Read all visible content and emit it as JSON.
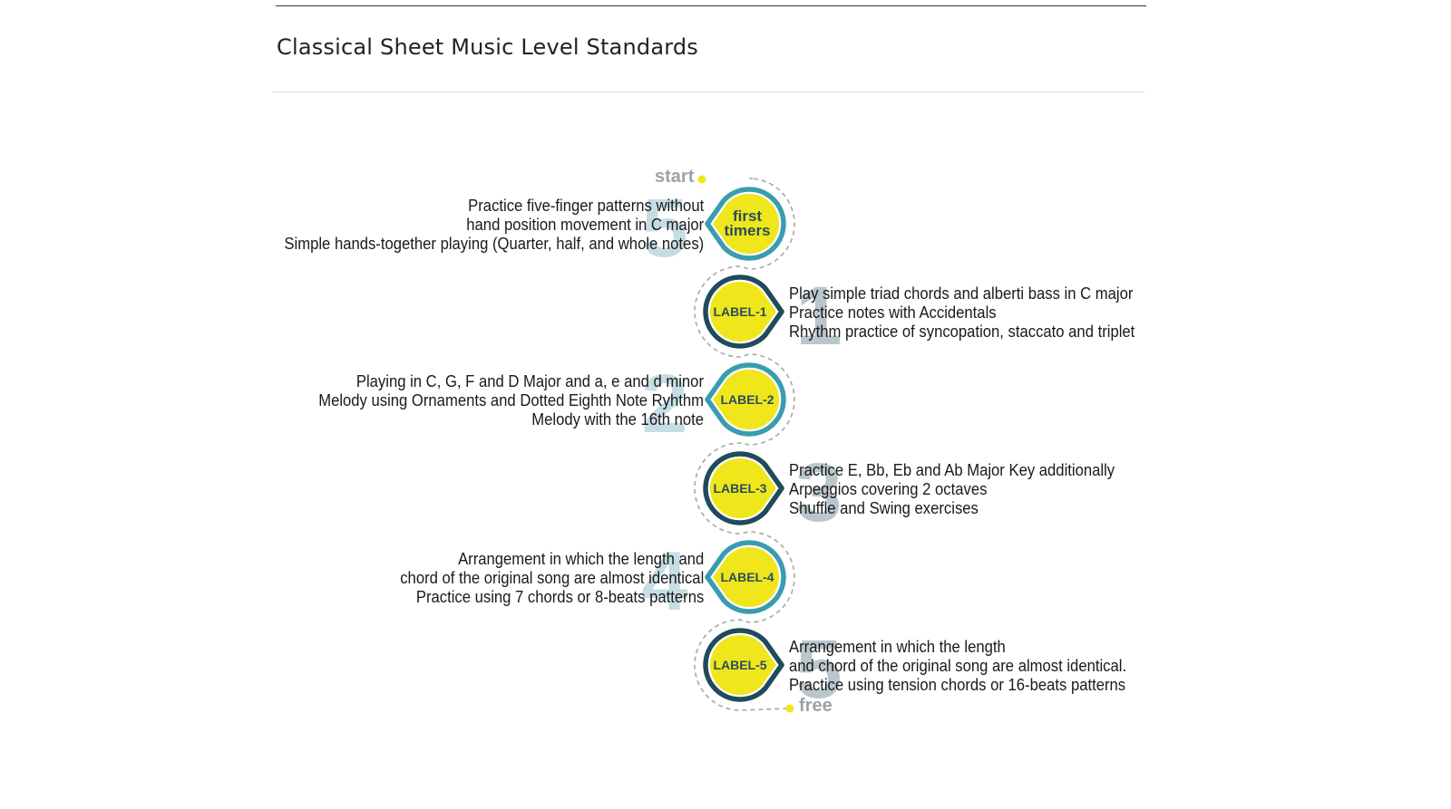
{
  "page": {
    "title": "Classical Sheet Music Level Standards"
  },
  "diagram": {
    "start_label": "start",
    "end_label": "free",
    "colors": {
      "badge_fill": "#f0e61c",
      "ring_teal": "#3a9cb0",
      "ring_navy": "#1f4b5b",
      "path_dash": "#a7a7a7",
      "endpoint_dot": "#f0e61c",
      "digit_light": "#c6dde4",
      "digit_gray": "#b9c7cc",
      "badge_text": "#2b4d5a"
    },
    "levels": [
      {
        "digit": "5",
        "badge_lines": [
          "first",
          "timers"
        ],
        "side": "left",
        "lines": [
          "Practice five-finger patterns without",
          "hand position movement in C major",
          "Simple hands-together playing (Quarter, half, and whole notes)"
        ]
      },
      {
        "digit": "1",
        "badge_lines": [
          "LABEL-1"
        ],
        "side": "right",
        "lines": [
          "Play simple triad chords and alberti bass in C major",
          "Practice notes with Accidentals",
          "Rhythm practice of syncopation, staccato  and triplet"
        ]
      },
      {
        "digit": "2",
        "badge_lines": [
          "LABEL-2"
        ],
        "side": "left",
        "lines": [
          "Playing in C, G, F and D Major and a, e and d minor",
          "Melody using Ornaments and Dotted Eighth Note Ryhthm",
          "Melody with the 16th note"
        ]
      },
      {
        "digit": "3",
        "badge_lines": [
          "LABEL-3"
        ],
        "side": "right",
        "lines": [
          "Practice E, Bb, Eb and Ab Major Key additionally",
          "Arpeggios covering 2 octaves",
          "Shuffle and Swing exercises"
        ]
      },
      {
        "digit": "4",
        "badge_lines": [
          "LABEL-4"
        ],
        "side": "left",
        "lines": [
          "Arrangement in which the length and",
          "chord of the original song are almost identical",
          "Practice using 7 chords or 8-beats patterns"
        ]
      },
      {
        "digit": "5",
        "badge_lines": [
          "LABEL-5"
        ],
        "side": "right",
        "lines": [
          "Arrangement in which the length",
          "and chord of the original song are almost identical.",
          "Practice using tension chords or 16-beats patterns"
        ]
      }
    ]
  }
}
